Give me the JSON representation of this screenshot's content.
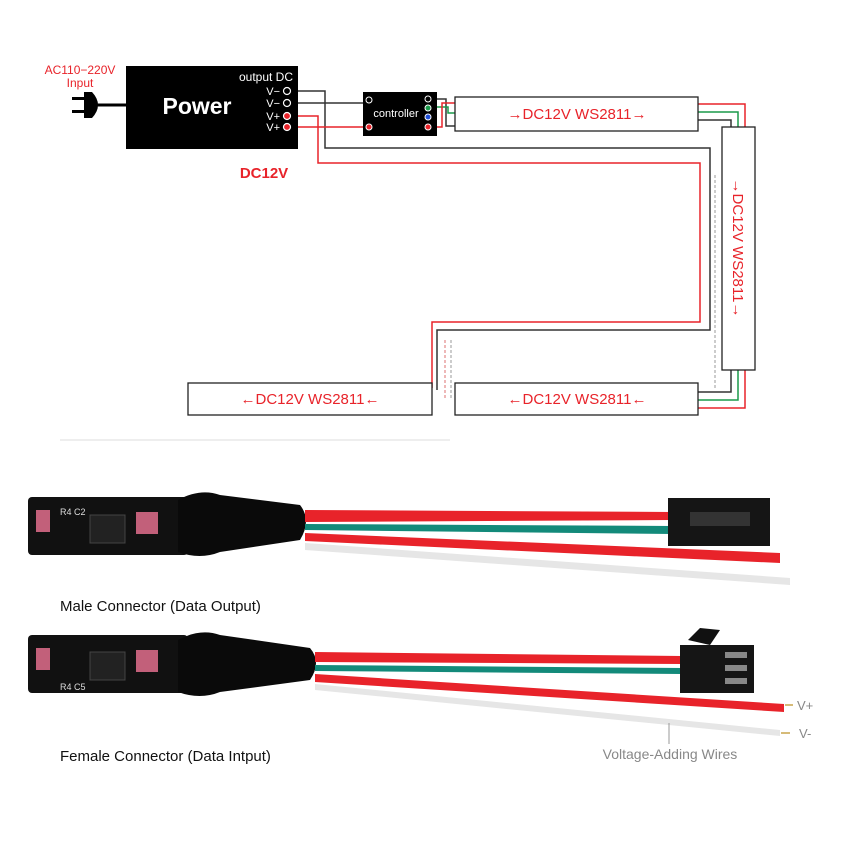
{
  "wiring": {
    "ac_input_line1": "AC110−220V",
    "ac_input_line2": "Input",
    "power_label": "Power",
    "output_dc_label": "output DC",
    "terminals": [
      "V−",
      "V−",
      "V+",
      "V+"
    ],
    "dc_voltage_label": "DC12V",
    "controller_label": "controller",
    "strips": [
      "→DC12V WS2811→",
      "→DC12V WS2811→",
      "←DC12V WS2811←",
      "←DC12V WS2811←"
    ]
  },
  "connectors": {
    "male_caption": "Male Connector (Data Output)",
    "female_caption": "Female Connector (Data Intput)",
    "pcb_marks_male": "R4 C2",
    "pcb_marks_female": "R4 C5",
    "vplus_label": "V+",
    "vminus_label": "V-",
    "voltage_wires_label": "Voltage-Adding Wires"
  },
  "colors": {
    "red": "#e8232a",
    "black": "#000000",
    "green": "#1a9a4a",
    "blue": "#1f4fd8",
    "teal": "#138a7a"
  }
}
